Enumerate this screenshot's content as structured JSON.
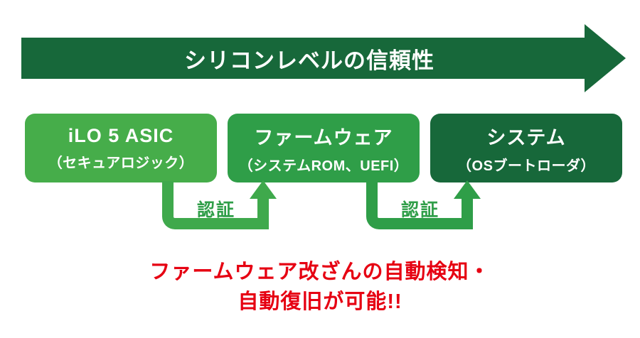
{
  "banner": {
    "label": "シリコンレベルの信頼性",
    "color": "#17683a"
  },
  "boxes": [
    {
      "title": "iLO 5 ASIC",
      "subtitle": "（セキュアロジック）",
      "color": "#46ad4a"
    },
    {
      "title": "ファームウェア",
      "subtitle": "（システムROM、UEFI）",
      "color": "#2f9e48"
    },
    {
      "title": "システム",
      "subtitle": "（OSブートローダ）",
      "color": "#17683a"
    }
  ],
  "connectors": [
    {
      "label": "認証",
      "color": "#3fa94c"
    },
    {
      "label": "認証",
      "color": "#2f9e48"
    }
  ],
  "footnote": {
    "line1": "ファームウェア改ざんの自動検知・",
    "line2": "自動復旧が可能!!",
    "color": "#e60012"
  }
}
